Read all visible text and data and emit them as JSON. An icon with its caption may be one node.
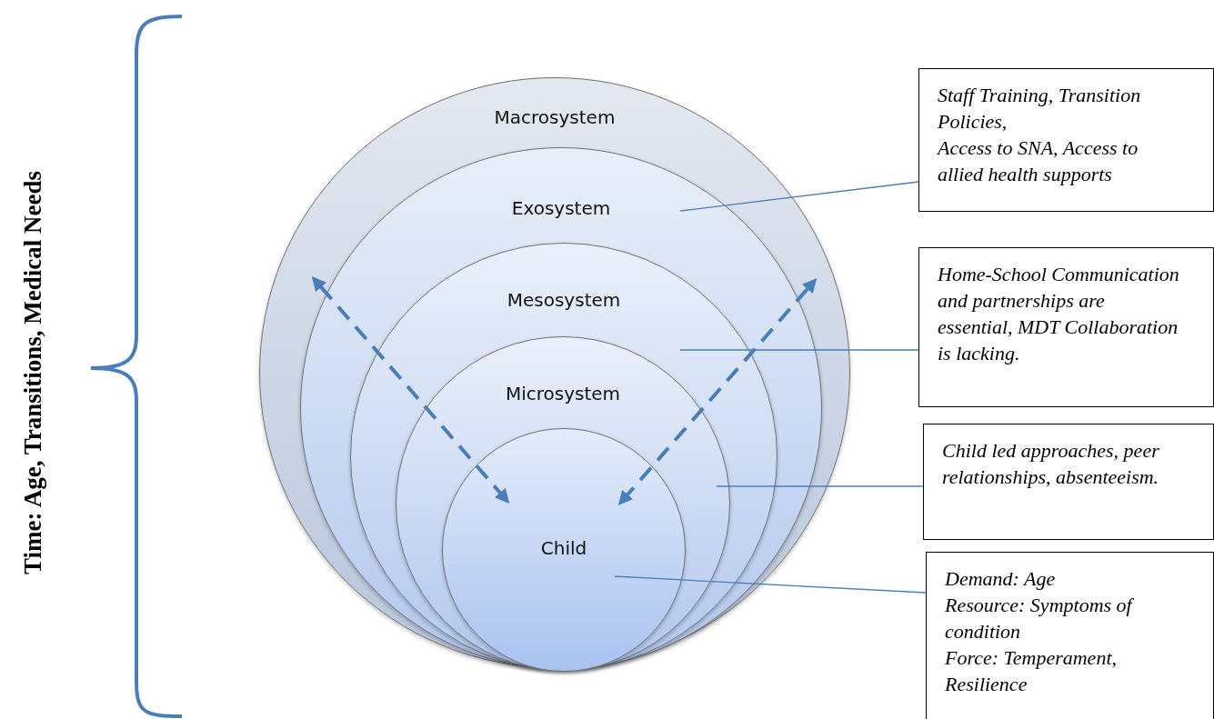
{
  "diagram": {
    "nodes": [
      {
        "text": [
          "Macrosystem"
        ]
      },
      {
        "text": [
          "Exosystem"
        ],
        "in": 0
      },
      {
        "text": [
          "Mesosystem"
        ],
        "in": 1
      },
      {
        "text": [
          "Microsystem"
        ],
        "in": 2
      },
      {
        "text": [
          "Child"
        ],
        "in": 3
      },
      {
        "text": [
          "Staff Training, Transition Policies,",
          "Access to SNA, Access to allied health supports"
        ]
      },
      {
        "text": [
          "Home-School Communication and partnerships are essential, MDT Collaboration is lacking."
        ]
      },
      {
        "text": [
          "Child led approaches, peer relationships, absenteeism."
        ]
      },
      {
        "text": [
          "Demand: Age",
          "Resource: Symptoms of condition",
          "Force: Temperament, Resilience"
        ]
      }
    ],
    "edges": [
      {
        "from": 4,
        "to": 0,
        "arrow": "both",
        "style": "dashed"
      },
      {
        "from": 4,
        "to": 0,
        "arrow": "both",
        "style": "dashed"
      },
      {
        "from": 5,
        "to": 1,
        "arrow": "none"
      },
      {
        "from": 6,
        "to": 2,
        "arrow": "none"
      },
      {
        "from": 7,
        "to": 3,
        "arrow": "none"
      },
      {
        "from": 8,
        "to": 4,
        "arrow": "none"
      }
    ],
    "labels": [
      "Time: Age, Transitions, Medical Needs"
    ]
  }
}
